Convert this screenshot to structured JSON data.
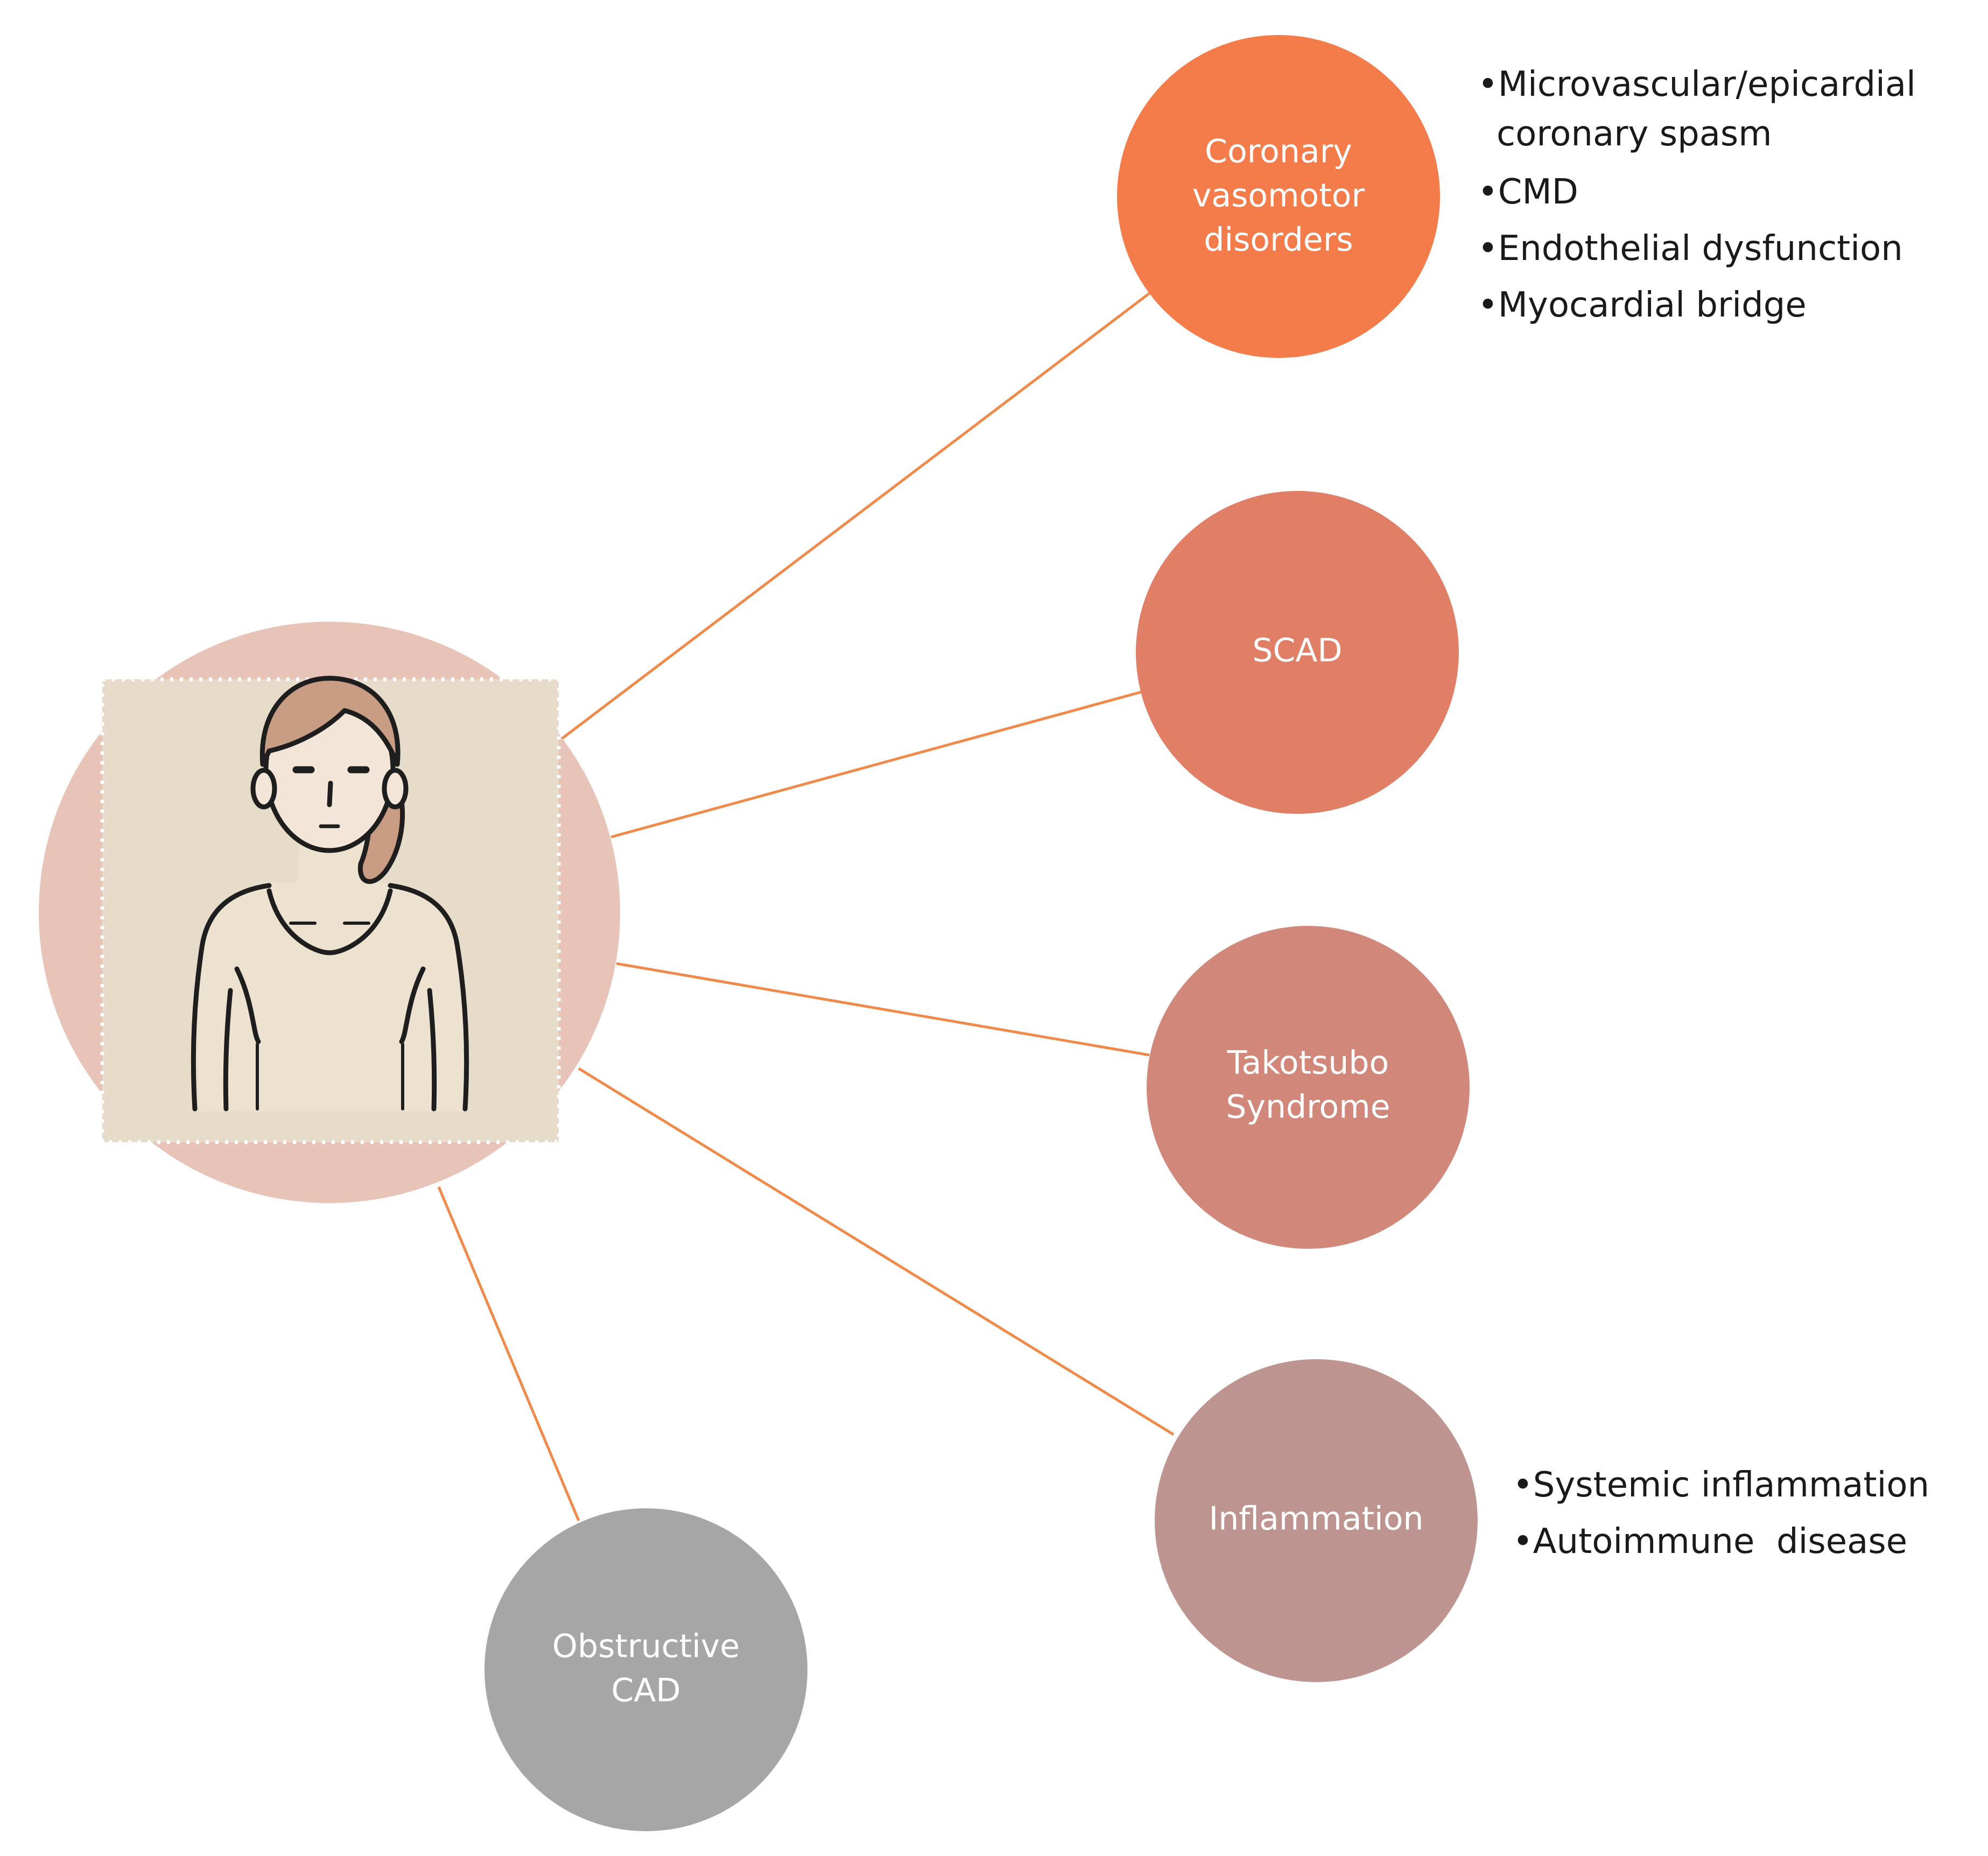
{
  "colors": {
    "connector": "#F08A4B",
    "coronary": "#F47C4A",
    "scad": "#E07E66",
    "takotsubo": "#D2877B",
    "inflammation": "#BE9491",
    "obstructive": "#A6A6A6",
    "center_ring": "#E8C4B8",
    "center_inner": "#E6DCC9"
  },
  "center": {
    "icon": "woman-figure-icon"
  },
  "nodes": {
    "coronary": {
      "label": [
        "Coronary",
        "vasomotor",
        "disorders"
      ],
      "bullets": [
        "Microvascular/epicardial",
        "coronary spasm",
        "CMD",
        "Endothelial dysfunction",
        "Myocardial bridge"
      ]
    },
    "scad": {
      "label": [
        "SCAD"
      ]
    },
    "takotsubo": {
      "label": [
        "Takotsubo",
        "Syndrome"
      ]
    },
    "inflammation": {
      "label": [
        "Inflammation"
      ],
      "bullets": [
        "Systemic inflammation",
        "Autoimmune  disease"
      ]
    },
    "obstructive": {
      "label": [
        "Obstructive",
        "CAD"
      ]
    }
  }
}
